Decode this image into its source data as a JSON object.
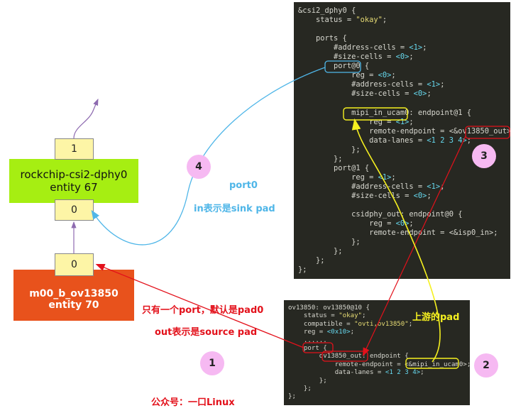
{
  "dphy_node": {
    "name": "rockchip-csi2-dphy0",
    "entity": "entity 67",
    "pad_top": "1",
    "pad_bottom": "0",
    "color": "#a6ee12"
  },
  "sensor_node": {
    "name": "m00_b_ov13850",
    "entity": "entity 70",
    "pad": "0",
    "color": "#e8521c"
  },
  "labels": {
    "port0": "port0",
    "in_sink": "in表示是sink pad",
    "only_one_port": "只有一个port，默认是pad0",
    "out_source": "out表示是source pad",
    "upstream_pad": "上游的pad",
    "account": "公众号：一口Linux"
  },
  "circles": [
    "1",
    "2",
    "3",
    "4"
  ],
  "code_top": [
    "&csi2_dphy0 {",
    "    status = \"okay\";",
    "",
    "    ports {",
    "        #address-cells = <1>;",
    "        #size-cells = <0>;",
    "        port@0 {",
    "            reg = <0>;",
    "            #address-cells = <1>;",
    "            #size-cells = <0>;",
    "",
    "            mipi_in_ucam0: endpoint@1 {",
    "                reg = <1>;",
    "                remote-endpoint = <&ov13850_out>;",
    "                data-lanes = <1 2 3 4>;",
    "            };",
    "        };",
    "        port@1 {",
    "            reg = <1>;",
    "            #address-cells = <1>;",
    "            #size-cells = <0>;",
    "",
    "            csidphy_out: endpoint@0 {",
    "                reg = <0>;",
    "                remote-endpoint = <&isp0_in>;",
    "            };",
    "        };",
    "    };",
    "};"
  ],
  "code_bottom": [
    "ov13850: ov13850@10 {",
    "    status = \"okay\";",
    "    compatible = \"ovti,ov13850\";",
    "    reg = <0x10>;",
    "    ......",
    "    port {",
    "        ov13850_out: endpoint {",
    "            remote-endpoint = <&mipi_in_ucam0>;",
    "            data-lanes = <1 2 3 4>;",
    "        };",
    "    };",
    "};"
  ],
  "colors": {
    "red": "#e3111b",
    "cyan": "#4fb6e8",
    "yellow": "#f5f020",
    "purple": "#8e6bb0",
    "circle": "#f6b9f2",
    "pad": "#fdf5a6"
  }
}
